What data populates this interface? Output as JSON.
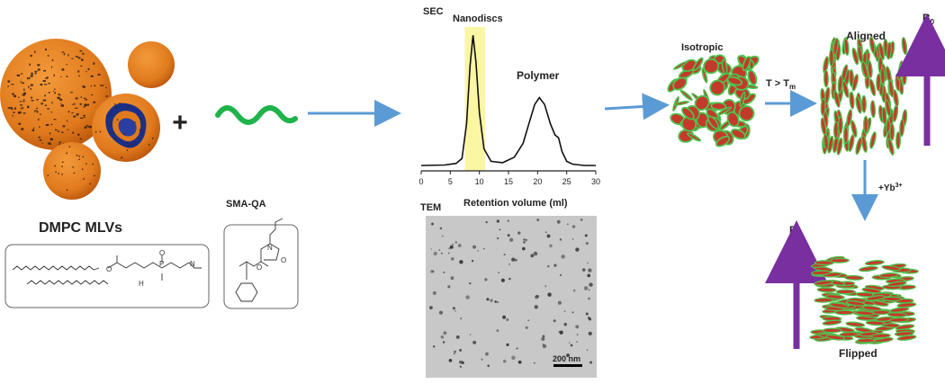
{
  "labels": {
    "dmpc": "DMPC MLVs",
    "sma": "SMA-QA",
    "plus": "+",
    "sec": "SEC",
    "nanodiscs": "Nanodiscs",
    "polymer": "Polymer",
    "xlabel": "Retention volume (ml)",
    "tem": "TEM",
    "scale": "200 nm",
    "isotropic": "Isotropic",
    "temp_main": "T > T",
    "temp_sub": "m",
    "aligned": "Aligned",
    "b0_main": "B",
    "b0_sub": "0",
    "yb_main": "+Yb",
    "yb_sup": "3+",
    "flipped": "Flipped"
  },
  "chart_data": {
    "type": "line",
    "title": "SEC",
    "xlabel": "Retention volume (ml)",
    "ylabel": "",
    "xlim": [
      0,
      30
    ],
    "xticks": [
      0,
      5,
      10,
      15,
      20,
      25,
      30
    ],
    "highlight_range": [
      7.5,
      11
    ],
    "series": [
      {
        "x": [
          0,
          4,
          6,
          7,
          7.8,
          8.4,
          8.9,
          9.4,
          10,
          10.8,
          12,
          14,
          16,
          17.5,
          18.5,
          19.5,
          20.3,
          21.2,
          22.2,
          23,
          23.6,
          24.2,
          25,
          26,
          28,
          30
        ],
        "values": [
          0,
          0.3,
          1.5,
          5,
          30,
          72,
          94,
          75,
          38,
          12,
          3,
          2,
          6,
          16,
          30,
          44,
          49,
          44,
          30,
          22,
          20,
          10,
          3,
          1,
          0,
          0
        ]
      }
    ],
    "annotations": [
      "Nanodiscs",
      "Polymer"
    ]
  },
  "colors": {
    "vesicle": "#e07a1d",
    "vesicle_dark": "#b9540c",
    "polymer": "#1fb34b",
    "arrow": "#5b9bd5",
    "highlight": "#fbf59a",
    "disc_green": "#4fc24f",
    "disc_red": "#c33a2a",
    "b0_arrow": "#7a2fa0",
    "vesicle_core": "#1c2f86"
  }
}
